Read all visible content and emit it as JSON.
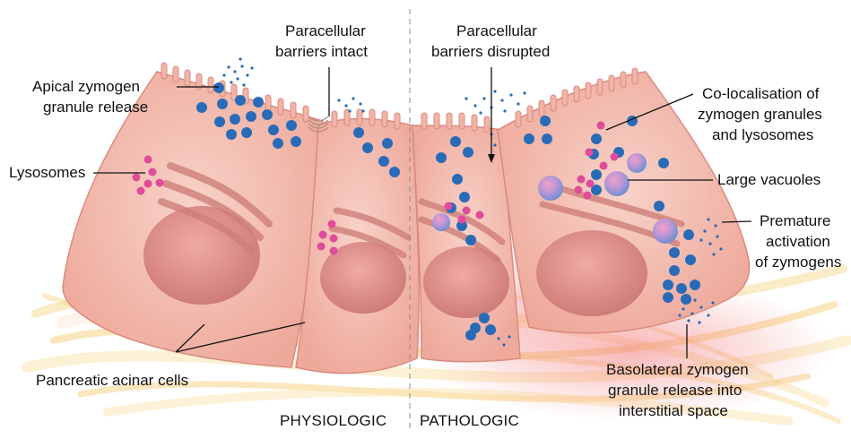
{
  "labels": {
    "apical_line1": "Apical zymogen",
    "apical_line2": "granule release",
    "lysosomes": "Lysosomes",
    "pancreatic": "Pancreatic acinar cells",
    "para_intact_line1": "Paracellular",
    "para_intact_line2": "barriers intact",
    "para_disrupted_line1": "Paracellular",
    "para_disrupted_line2": "barriers disrupted",
    "coloc_line1": "Co-localisation of",
    "coloc_line2": "zymogen granules",
    "coloc_line3": "and lysosomes",
    "vacuoles": "Large vacuoles",
    "premature_line1": "Premature",
    "premature_line2": "activation",
    "premature_line3": "of zymogens",
    "baso_line1": "Basolateral zymogen",
    "baso_line2": "granule release into",
    "baso_line3": "interstitial space"
  },
  "sections": {
    "left": "PHYSIOLOGIC",
    "right": "PATHOLOGIC"
  },
  "colors": {
    "cell_fill": "#f2b4a7",
    "cell_stroke": "#d98b80",
    "nucleus": "#d98a87",
    "zymogen": "#2a6bb8",
    "lysosome": "#e04b9a",
    "vacuole": "#a98bd0",
    "stroma": "#f6d47e"
  }
}
